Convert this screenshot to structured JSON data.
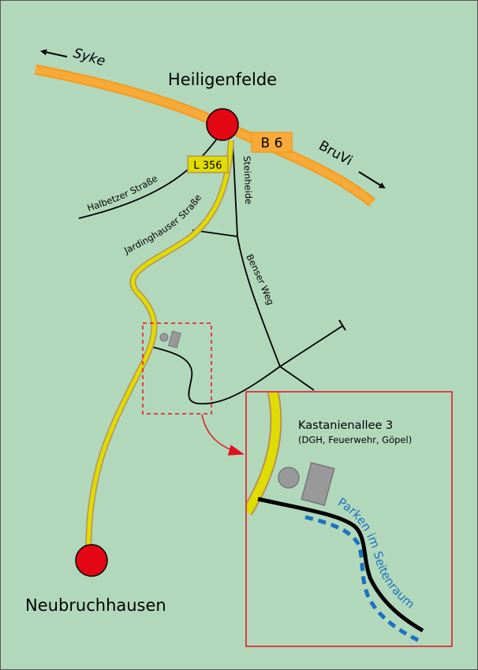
{
  "places": {
    "north_town": "Heiligenfelde",
    "south_town": "Neubruchhausen"
  },
  "directions": {
    "west": "Syke",
    "east": "BruVi"
  },
  "road_signs": {
    "federal": "B 6",
    "state": "L 356"
  },
  "streets": {
    "halbetzer": "Halbetzer Straße",
    "jardinghauser": "Jardinghauser Straße",
    "steinheide": "Steinheide",
    "benser": "Benser Weg"
  },
  "inset": {
    "title": "Kastanienallee 3",
    "subtitle": "(DGH, Feuerwehr, Göpel)",
    "parking_note": "Parken im Seitenraum"
  },
  "colors": {
    "background": "#b2d8bc",
    "federal_road": "#f8aa38",
    "state_road": "#dedc00",
    "town_marker": "#e30613",
    "inset_frame": "#e2101e",
    "parking": "#1a72c0"
  }
}
